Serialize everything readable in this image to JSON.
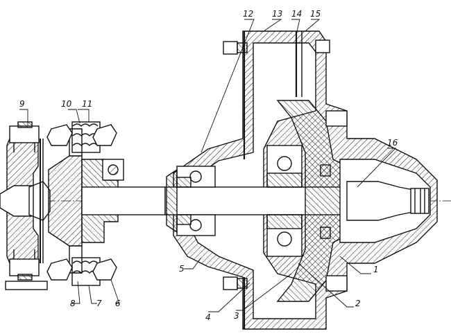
{
  "callouts": [
    {
      "id": "c1",
      "label": "1"
    },
    {
      "id": "c2",
      "label": "2"
    },
    {
      "id": "c3",
      "label": "3"
    },
    {
      "id": "c4",
      "label": "4"
    },
    {
      "id": "c5",
      "label": "5"
    },
    {
      "id": "c6",
      "label": "6"
    },
    {
      "id": "c7",
      "label": "7"
    },
    {
      "id": "c8",
      "label": "8"
    },
    {
      "id": "c9",
      "label": "9"
    },
    {
      "id": "c10",
      "label": "10"
    },
    {
      "id": "c11",
      "label": "11"
    },
    {
      "id": "c12",
      "label": "12"
    },
    {
      "id": "c13",
      "label": "13"
    },
    {
      "id": "c14",
      "label": "14"
    },
    {
      "id": "c15",
      "label": "15"
    },
    {
      "id": "c16",
      "label": "16"
    }
  ],
  "colors": {
    "ink": "#111111",
    "paper": "#ffffff"
  }
}
